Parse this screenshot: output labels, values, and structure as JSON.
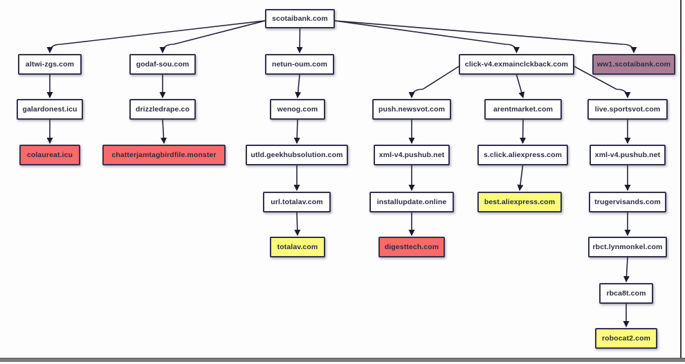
{
  "diagram": {
    "type": "redirect-chain-tree",
    "palette": {
      "background": "#fdfdfe",
      "node_fill": "#ffffff",
      "red": "#f96a6a",
      "yellow": "#fbfb79",
      "purple": "#a97e95",
      "border": "#33324e",
      "text": "#2d2c47",
      "edge": "#26253c",
      "arrow": "#1c1b2e",
      "frame": "#3c3c3c",
      "bottom_bar": "#7c7c7c"
    },
    "nodes": [
      {
        "id": "scotaibank.com",
        "label": "scotaibank.com",
        "color": "white"
      },
      {
        "id": "altwi-zgs.com",
        "label": "altwi-zgs.com",
        "color": "white"
      },
      {
        "id": "godaf-sou.com",
        "label": "godaf-sou.com",
        "color": "white"
      },
      {
        "id": "netun-oum.com",
        "label": "netun-oum.com",
        "color": "white"
      },
      {
        "id": "click-v4.exmainclckback.com",
        "label": "click-v4.exmainclckback.com",
        "color": "white"
      },
      {
        "id": "ww1.scotaibank.com",
        "label": "ww1.scotaibank.com",
        "color": "purple"
      },
      {
        "id": "galardonest.icu",
        "label": "galardonest.icu",
        "color": "white"
      },
      {
        "id": "drizzledrape.co",
        "label": "drizzledrape.co",
        "color": "white"
      },
      {
        "id": "wenog.com",
        "label": "wenog.com",
        "color": "white"
      },
      {
        "id": "push.newsvot.com",
        "label": "push.newsvot.com",
        "color": "white"
      },
      {
        "id": "arentmarket.com",
        "label": "arentmarket.com",
        "color": "white"
      },
      {
        "id": "live.sportsvot.com",
        "label": "live.sportsvot.com",
        "color": "white"
      },
      {
        "id": "colaureat.icu",
        "label": "colaureat.icu",
        "color": "red"
      },
      {
        "id": "chatterjamtagbirdfile.monster",
        "label": "chatterjamtagbirdfile.monster",
        "color": "red"
      },
      {
        "id": "utld.geekhubsolution.com",
        "label": "utld.geekhubsolution.com",
        "color": "white"
      },
      {
        "id": "xml-v4.pushub.net",
        "label": "xml-v4.pushub.net",
        "color": "white"
      },
      {
        "id": "s.click.aliexpress.com",
        "label": "s.click.aliexpress.com",
        "color": "white"
      },
      {
        "id": "xml-v4.pushub.net-2",
        "label": "xml-v4.pushub.net",
        "color": "white"
      },
      {
        "id": "url.totalav.com",
        "label": "url.totalav.com",
        "color": "white"
      },
      {
        "id": "installupdate.online",
        "label": "installupdate.online",
        "color": "white"
      },
      {
        "id": "best.aliexpress.com",
        "label": "best.aliexpress.com",
        "color": "yellow"
      },
      {
        "id": "trugervisands.com",
        "label": "trugervisands.com",
        "color": "white"
      },
      {
        "id": "totalav.com",
        "label": "totalav.com",
        "color": "yellow"
      },
      {
        "id": "digesttech.com",
        "label": "digesttech.com",
        "color": "red"
      },
      {
        "id": "rbct.lynmonkel.com",
        "label": "rbct.lynmonkel.com",
        "color": "white"
      },
      {
        "id": "rbca8t.com",
        "label": "rbca8t.com",
        "color": "white"
      },
      {
        "id": "robocat2.com",
        "label": "robocat2.com",
        "color": "yellow"
      }
    ],
    "edges": [
      [
        "scotaibank.com",
        "altwi-zgs.com"
      ],
      [
        "scotaibank.com",
        "godaf-sou.com"
      ],
      [
        "scotaibank.com",
        "netun-oum.com"
      ],
      [
        "scotaibank.com",
        "click-v4.exmainclckback.com"
      ],
      [
        "scotaibank.com",
        "ww1.scotaibank.com"
      ],
      [
        "altwi-zgs.com",
        "galardonest.icu"
      ],
      [
        "galardonest.icu",
        "colaureat.icu"
      ],
      [
        "godaf-sou.com",
        "drizzledrape.co"
      ],
      [
        "drizzledrape.co",
        "chatterjamtagbirdfile.monster"
      ],
      [
        "netun-oum.com",
        "wenog.com"
      ],
      [
        "wenog.com",
        "utld.geekhubsolution.com"
      ],
      [
        "utld.geekhubsolution.com",
        "url.totalav.com"
      ],
      [
        "url.totalav.com",
        "totalav.com"
      ],
      [
        "click-v4.exmainclckback.com",
        "push.newsvot.com"
      ],
      [
        "click-v4.exmainclckback.com",
        "arentmarket.com"
      ],
      [
        "click-v4.exmainclckback.com",
        "live.sportsvot.com"
      ],
      [
        "push.newsvot.com",
        "xml-v4.pushub.net"
      ],
      [
        "xml-v4.pushub.net",
        "installupdate.online"
      ],
      [
        "installupdate.online",
        "digesttech.com"
      ],
      [
        "arentmarket.com",
        "s.click.aliexpress.com"
      ],
      [
        "s.click.aliexpress.com",
        "best.aliexpress.com"
      ],
      [
        "live.sportsvot.com",
        "xml-v4.pushub.net-2"
      ],
      [
        "xml-v4.pushub.net-2",
        "trugervisands.com"
      ],
      [
        "trugervisands.com",
        "rbct.lynmonkel.com"
      ],
      [
        "rbct.lynmonkel.com",
        "rbca8t.com"
      ],
      [
        "rbca8t.com",
        "robocat2.com"
      ]
    ]
  }
}
